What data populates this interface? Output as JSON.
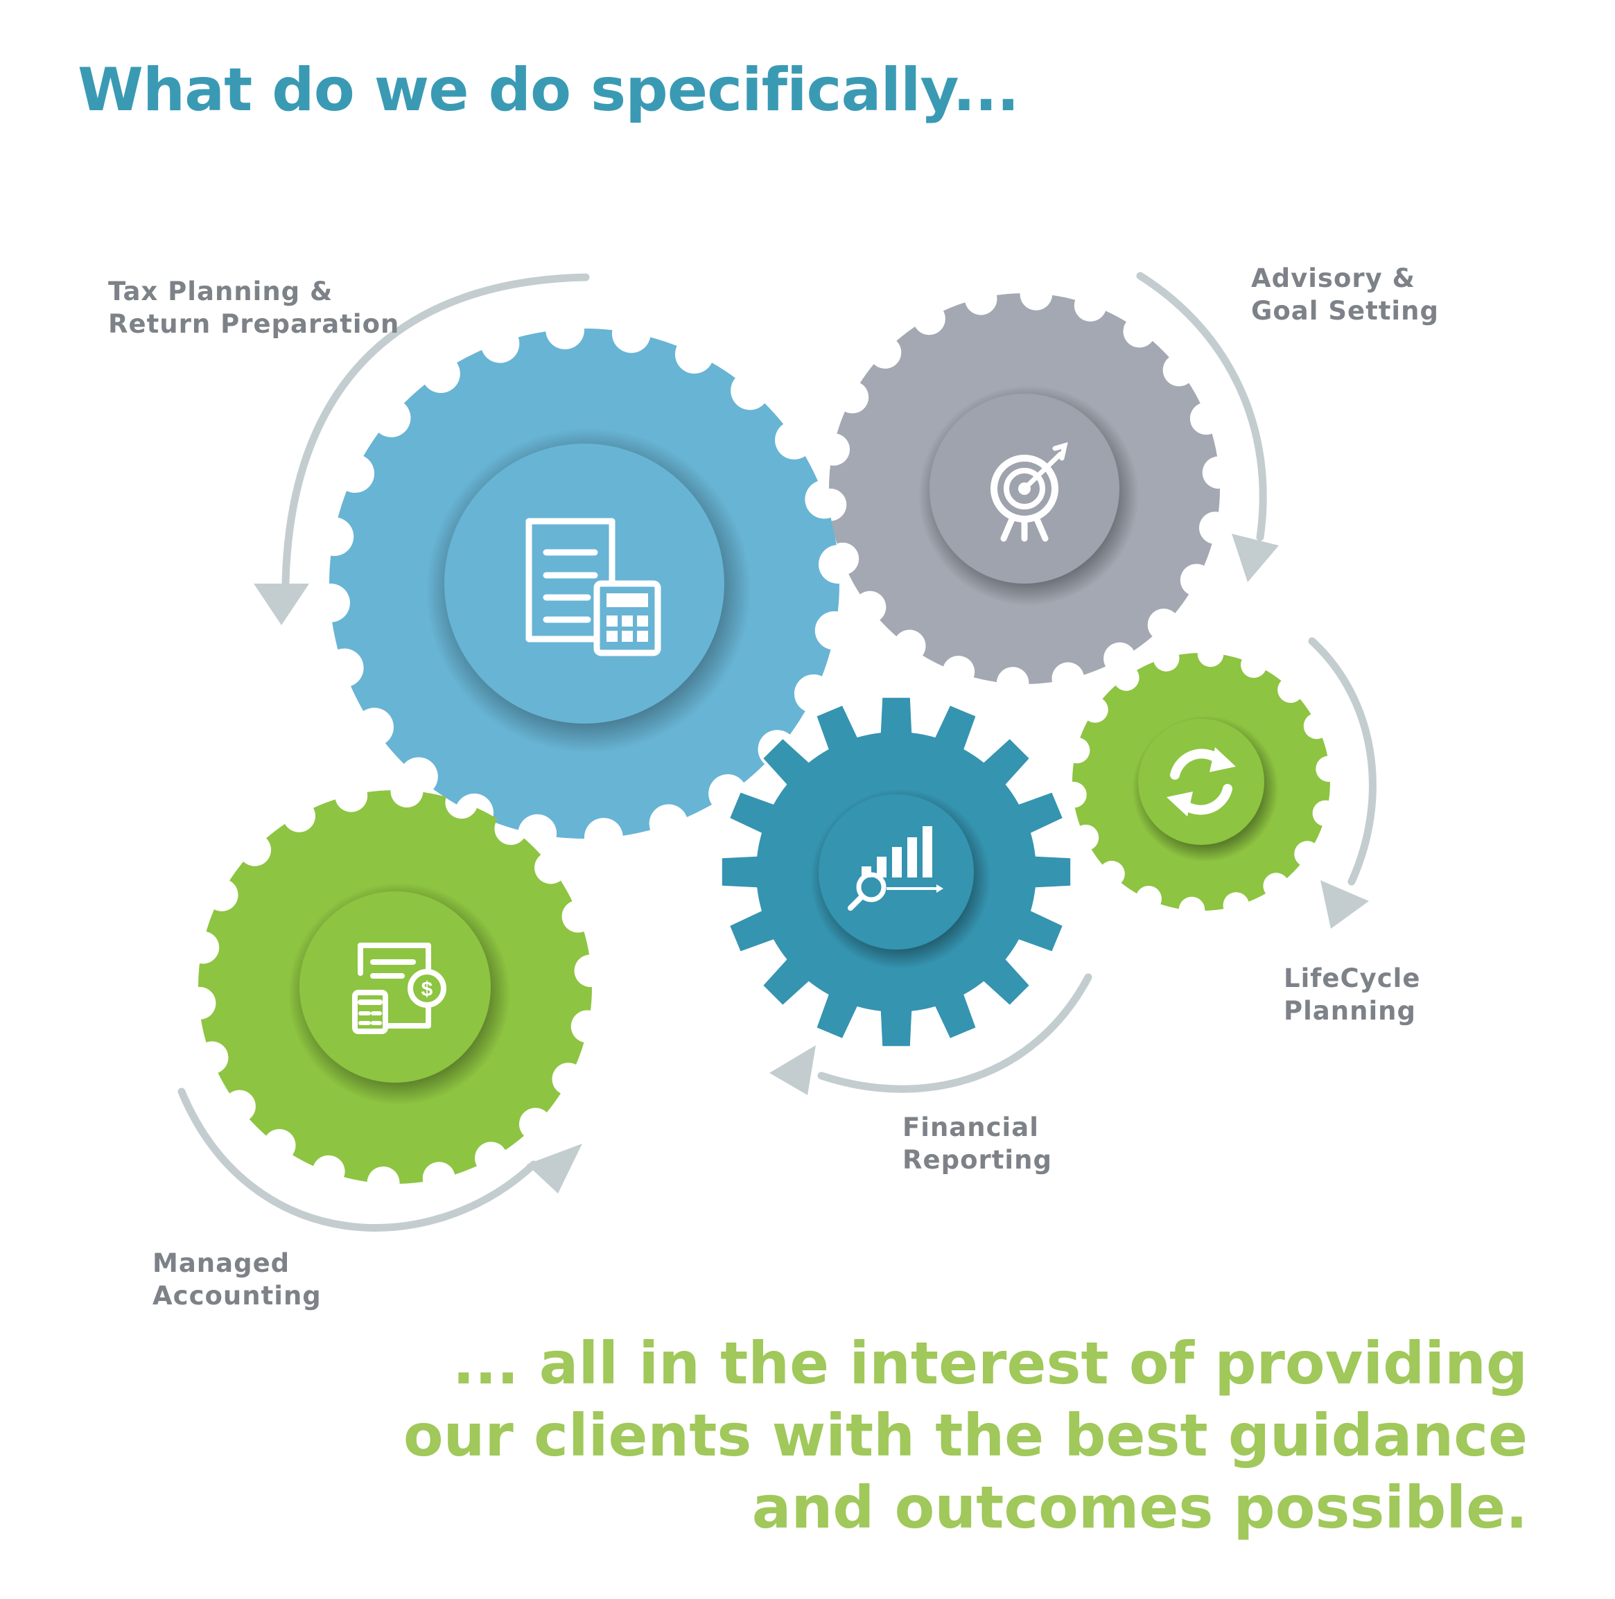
{
  "title": "What do we do specifically...",
  "services": [
    {
      "label_lines": [
        "Tax Planning &",
        "Return Preparation"
      ],
      "icon": "document-calculator-icon",
      "color": "#68b4d4"
    },
    {
      "label_lines": [
        "Advisory &",
        "Goal Setting"
      ],
      "icon": "target-arrow-icon",
      "color": "#a3a8b2"
    },
    {
      "label_lines": [
        "LifeCycle",
        "Planning"
      ],
      "icon": "refresh-cycle-icon",
      "color": "#8dc441"
    },
    {
      "label_lines": [
        "Financial",
        "Reporting"
      ],
      "icon": "chart-magnifier-icon",
      "color": "#3594b0"
    },
    {
      "label_lines": [
        "Managed",
        "Accounting"
      ],
      "icon": "invoice-dollar-icon",
      "color": "#8dc441"
    }
  ],
  "tagline_lines": [
    "... all in the interest of providing",
    "our clients with the best guidance",
    "and outcomes possible."
  ],
  "colors": {
    "title": "#3a9ab4",
    "labels": "#7d8288",
    "tagline": "#a0c85a",
    "arrows": "#c3cdcf"
  }
}
